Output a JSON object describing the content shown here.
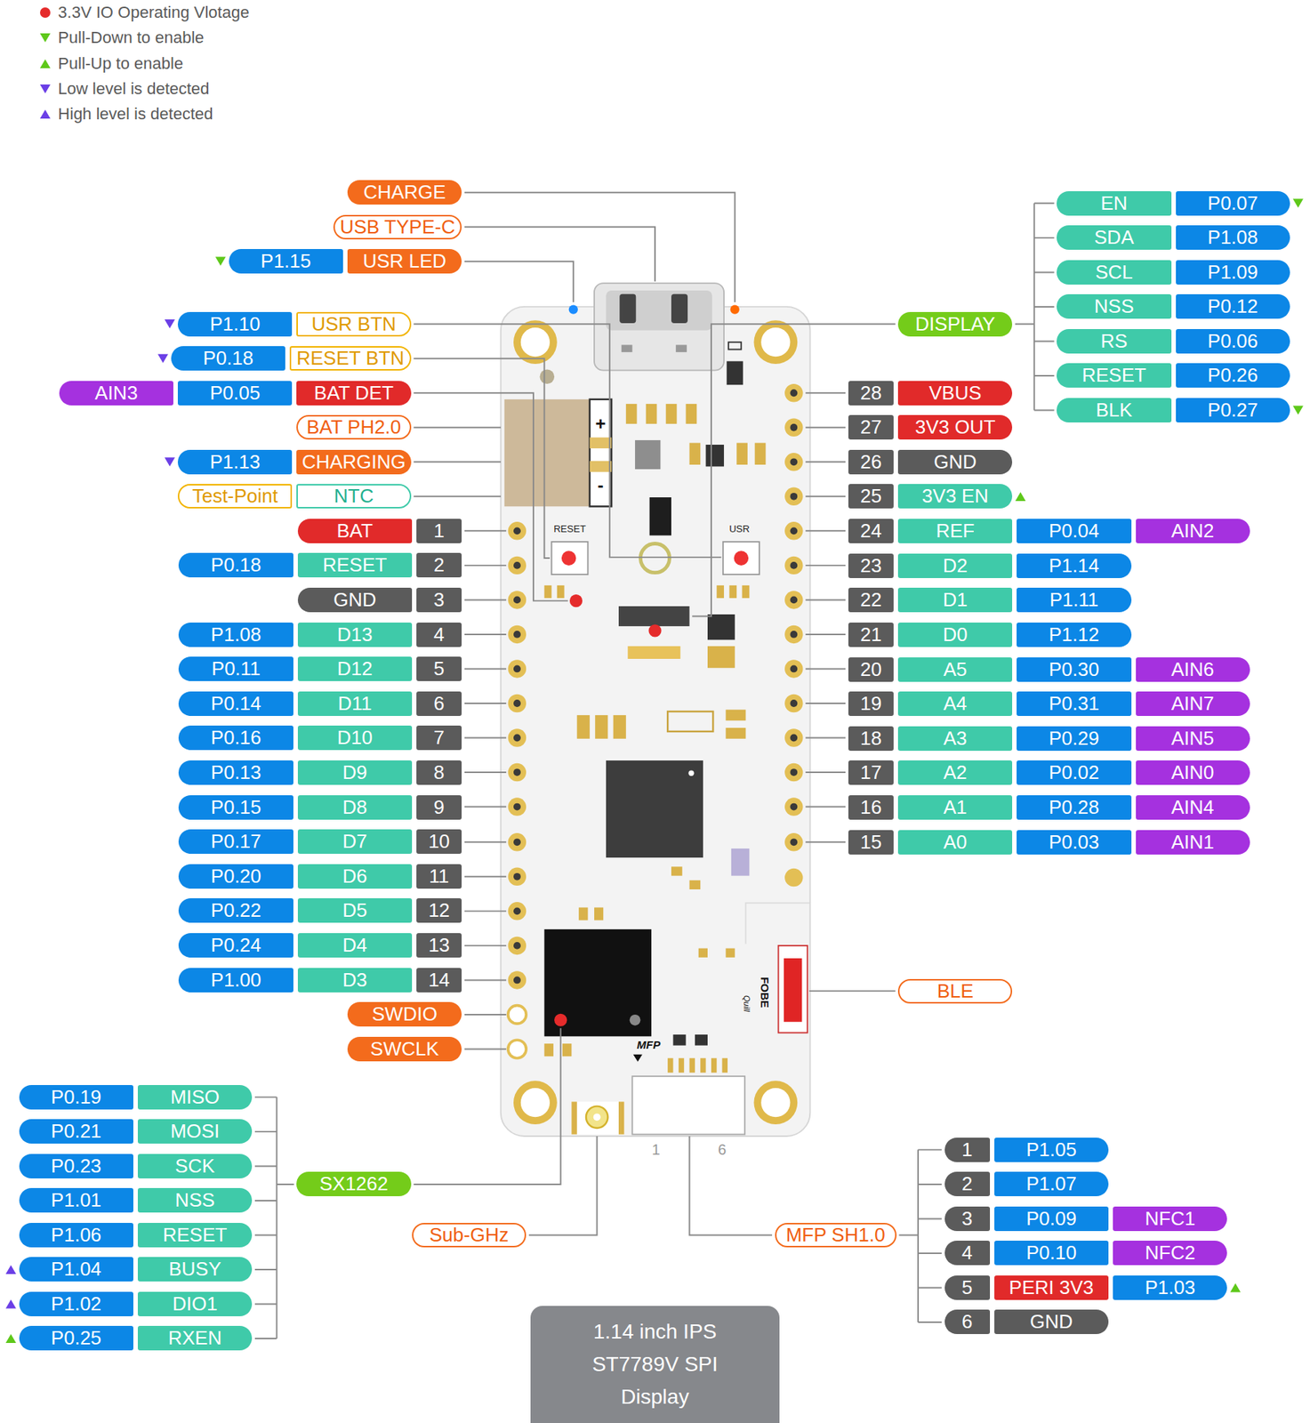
{
  "diagram": {
    "nodes": [
      {
        "text": [
          "CHARGE"
        ]
      },
      {
        "text": [
          "USB TYPE-C"
        ]
      },
      {
        "text": [
          "P1.15"
        ]
      },
      {
        "text": [
          "USR LED"
        ]
      },
      {
        "text": [
          "P1.10"
        ]
      },
      {
        "text": [
          "USR BTN"
        ]
      },
      {
        "text": [
          "P0.18"
        ]
      },
      {
        "text": [
          "RESET BTN"
        ]
      },
      {
        "text": [
          "AIN3"
        ]
      },
      {
        "text": [
          "P0.05"
        ]
      },
      {
        "text": [
          "BAT DET"
        ]
      },
      {
        "text": [
          "BAT PH2.0"
        ]
      },
      {
        "text": [
          "P1.13"
        ]
      },
      {
        "text": [
          "CHARGING"
        ]
      },
      {
        "text": [
          "Test-Point"
        ]
      },
      {
        "text": [
          "NTC"
        ]
      },
      {
        "text": [
          "BAT"
        ]
      },
      {
        "text": [
          "1"
        ]
      },
      {
        "text": [
          "P0.18"
        ]
      },
      {
        "text": [
          "RESET"
        ]
      },
      {
        "text": [
          "2"
        ]
      },
      {
        "text": [
          "GND"
        ]
      },
      {
        "text": [
          "3"
        ]
      },
      {
        "text": [
          "P1.08"
        ]
      },
      {
        "text": [
          "D13"
        ]
      },
      {
        "text": [
          "4"
        ]
      },
      {
        "text": [
          "P0.11"
        ]
      },
      {
        "text": [
          "D12"
        ]
      },
      {
        "text": [
          "5"
        ]
      },
      {
        "text": [
          "P0.14"
        ]
      },
      {
        "text": [
          "D11"
        ]
      },
      {
        "text": [
          "6"
        ]
      },
      {
        "text": [
          "P0.16"
        ]
      },
      {
        "text": [
          "D10"
        ]
      },
      {
        "text": [
          "7"
        ]
      },
      {
        "text": [
          "P0.13"
        ]
      },
      {
        "text": [
          "D9"
        ]
      },
      {
        "text": [
          "8"
        ]
      },
      {
        "text": [
          "P0.15"
        ]
      },
      {
        "text": [
          "D8"
        ]
      },
      {
        "text": [
          "9"
        ]
      },
      {
        "text": [
          "P0.17"
        ]
      },
      {
        "text": [
          "D7"
        ]
      },
      {
        "text": [
          "10"
        ]
      },
      {
        "text": [
          "P0.20"
        ]
      },
      {
        "text": [
          "D6"
        ]
      },
      {
        "text": [
          "11"
        ]
      },
      {
        "text": [
          "P0.22"
        ]
      },
      {
        "text": [
          "D5"
        ]
      },
      {
        "text": [
          "12"
        ]
      },
      {
        "text": [
          "P0.24"
        ]
      },
      {
        "text": [
          "D4"
        ]
      },
      {
        "text": [
          "13"
        ]
      },
      {
        "text": [
          "P1.00"
        ]
      },
      {
        "text": [
          "D3"
        ]
      },
      {
        "text": [
          "14"
        ]
      },
      {
        "text": [
          "SWDIO"
        ]
      },
      {
        "text": [
          "SWCLK"
        ]
      },
      {
        "text": [
          "EN"
        ]
      },
      {
        "text": [
          "P0.07"
        ]
      },
      {
        "text": [
          "SDA"
        ]
      },
      {
        "text": [
          "P1.08"
        ]
      },
      {
        "text": [
          "SCL"
        ]
      },
      {
        "text": [
          "P1.09"
        ]
      },
      {
        "text": [
          "NSS"
        ]
      },
      {
        "text": [
          "P0.12"
        ]
      },
      {
        "text": [
          "RS"
        ]
      },
      {
        "text": [
          "P0.06"
        ]
      },
      {
        "text": [
          "RESET"
        ]
      },
      {
        "text": [
          "P0.26"
        ]
      },
      {
        "text": [
          "BLK"
        ]
      },
      {
        "text": [
          "P0.27"
        ]
      },
      {
        "text": [
          "DISPLAY"
        ]
      },
      {
        "text": [
          "28"
        ]
      },
      {
        "text": [
          "VBUS"
        ]
      },
      {
        "text": [
          "27"
        ]
      },
      {
        "text": [
          "3V3 OUT"
        ]
      },
      {
        "text": [
          "26"
        ]
      },
      {
        "text": [
          "GND"
        ]
      },
      {
        "text": [
          "25"
        ]
      },
      {
        "text": [
          "3V3 EN"
        ]
      },
      {
        "text": [
          "24"
        ]
      },
      {
        "text": [
          "REF"
        ]
      },
      {
        "text": [
          "P0.04"
        ]
      },
      {
        "text": [
          "AIN2"
        ]
      },
      {
        "text": [
          "23"
        ]
      },
      {
        "text": [
          "D2"
        ]
      },
      {
        "text": [
          "P1.14"
        ]
      },
      {
        "text": [
          "22"
        ]
      },
      {
        "text": [
          "D1"
        ]
      },
      {
        "text": [
          "P1.11"
        ]
      },
      {
        "text": [
          "21"
        ]
      },
      {
        "text": [
          "D0"
        ]
      },
      {
        "text": [
          "P1.12"
        ]
      },
      {
        "text": [
          "20"
        ]
      },
      {
        "text": [
          "A5"
        ]
      },
      {
        "text": [
          "P0.30"
        ]
      },
      {
        "text": [
          "AIN6"
        ]
      },
      {
        "text": [
          "19"
        ]
      },
      {
        "text": [
          "A4"
        ]
      },
      {
        "text": [
          "P0.31"
        ]
      },
      {
        "text": [
          "AIN7"
        ]
      },
      {
        "text": [
          "18"
        ]
      },
      {
        "text": [
          "A3"
        ]
      },
      {
        "text": [
          "P0.29"
        ]
      },
      {
        "text": [
          "AIN5"
        ]
      },
      {
        "text": [
          "17"
        ]
      },
      {
        "text": [
          "A2"
        ]
      },
      {
        "text": [
          "P0.02"
        ]
      },
      {
        "text": [
          "AIN0"
        ]
      },
      {
        "text": [
          "16"
        ]
      },
      {
        "text": [
          "A1"
        ]
      },
      {
        "text": [
          "P0.28"
        ]
      },
      {
        "text": [
          "AIN4"
        ]
      },
      {
        "text": [
          "15"
        ]
      },
      {
        "text": [
          "A0"
        ]
      },
      {
        "text": [
          "P0.03"
        ]
      },
      {
        "text": [
          "AIN1"
        ]
      },
      {
        "text": [
          "BLE"
        ]
      },
      {
        "text": [
          "P0.19"
        ]
      },
      {
        "text": [
          "MISO"
        ]
      },
      {
        "text": [
          "P0.21"
        ]
      },
      {
        "text": [
          "MOSI"
        ]
      },
      {
        "text": [
          "P0.23"
        ]
      },
      {
        "text": [
          "SCK"
        ]
      },
      {
        "text": [
          "P1.01"
        ]
      },
      {
        "text": [
          "NSS"
        ]
      },
      {
        "text": [
          "P1.06"
        ]
      },
      {
        "text": [
          "RESET"
        ]
      },
      {
        "text": [
          "P1.04"
        ]
      },
      {
        "text": [
          "BUSY"
        ]
      },
      {
        "text": [
          "P1.02"
        ]
      },
      {
        "text": [
          "DIO1"
        ]
      },
      {
        "text": [
          "P0.25"
        ]
      },
      {
        "text": [
          "RXEN"
        ]
      },
      {
        "text": [
          "SX1262"
        ]
      },
      {
        "text": [
          "Sub-GHz"
        ]
      },
      {
        "text": [
          "MFP SH1.0"
        ]
      },
      {
        "text": [
          "1"
        ]
      },
      {
        "text": [
          "P1.05"
        ]
      },
      {
        "text": [
          "2"
        ]
      },
      {
        "text": [
          "P1.07"
        ]
      },
      {
        "text": [
          "3"
        ]
      },
      {
        "text": [
          "P0.09"
        ]
      },
      {
        "text": [
          "NFC1"
        ]
      },
      {
        "text": [
          "4"
        ]
      },
      {
        "text": [
          "P0.10"
        ]
      },
      {
        "text": [
          "NFC2"
        ]
      },
      {
        "text": [
          "5"
        ]
      },
      {
        "text": [
          "PERI 3V3"
        ]
      },
      {
        "text": [
          "P1.03"
        ]
      },
      {
        "text": [
          "6"
        ]
      },
      {
        "text": [
          "GND"
        ]
      },
      {
        "text": [
          "1.14 inch IPS ST7789V SPI Display"
        ]
      }
    ],
    "labels": [
      "RESET",
      "USR",
      "+",
      "-",
      "MFP",
      "FOBE",
      "Quill",
      "1",
      "6"
    ],
    "legend": [
      {
        "text": "3.3V IO Operating Vlotage",
        "color": "#e52b2b"
      },
      {
        "text": "Pull-Down to enable",
        "color": "#5ec81a"
      },
      {
        "text": "Pull-Up to enable",
        "color": "#5ec81a"
      },
      {
        "text": "Low level is detected",
        "color": "#6b3fe6"
      },
      {
        "text": "High level is detected",
        "color": "#6b3fe6"
      }
    ]
  }
}
